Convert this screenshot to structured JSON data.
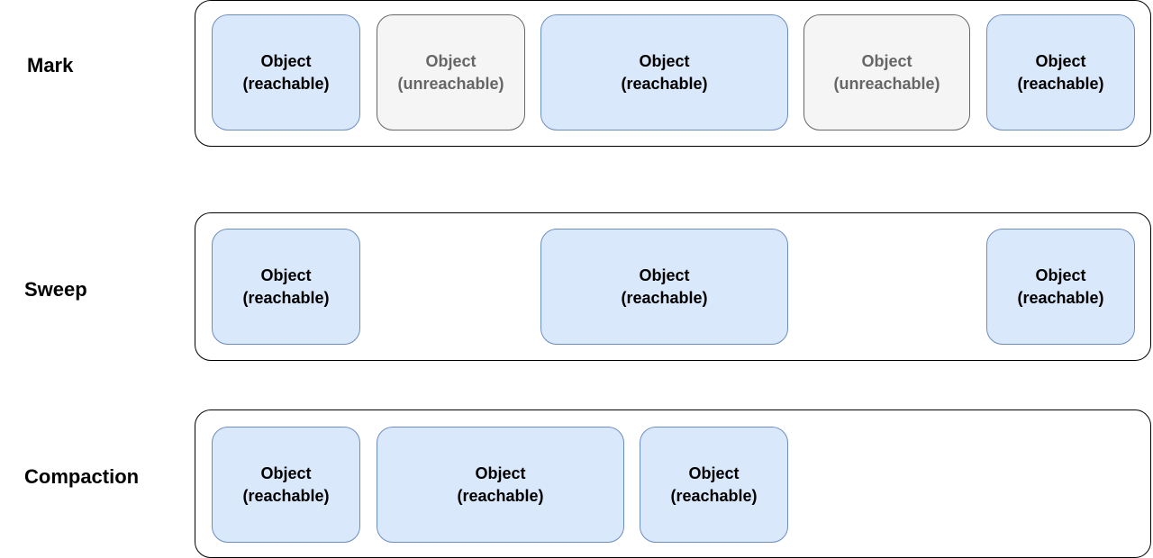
{
  "rows": [
    {
      "label": "Mark",
      "objects": [
        {
          "line1": "Object",
          "line2": "(reachable)",
          "state": "reachable"
        },
        {
          "line1": "Object",
          "line2": "(unreachable)",
          "state": "unreachable"
        },
        {
          "line1": "Object",
          "line2": "(reachable)",
          "state": "reachable"
        },
        {
          "line1": "Object",
          "line2": "(unreachable)",
          "state": "unreachable"
        },
        {
          "line1": "Object",
          "line2": "(reachable)",
          "state": "reachable"
        }
      ]
    },
    {
      "label": "Sweep",
      "objects": [
        {
          "line1": "Object",
          "line2": "(reachable)",
          "state": "reachable"
        },
        {
          "line1": "Object",
          "line2": "(reachable)",
          "state": "reachable"
        },
        {
          "line1": "Object",
          "line2": "(reachable)",
          "state": "reachable"
        }
      ]
    },
    {
      "label": "Compaction",
      "objects": [
        {
          "line1": "Object",
          "line2": "(reachable)",
          "state": "reachable"
        },
        {
          "line1": "Object",
          "line2": "(reachable)",
          "state": "reachable"
        },
        {
          "line1": "Object",
          "line2": "(reachable)",
          "state": "reachable"
        }
      ]
    }
  ],
  "colors": {
    "reachable_fill": "#dae8fc",
    "reachable_stroke": "#6c8ebf",
    "unreachable_fill": "#f5f5f5",
    "unreachable_stroke": "#666666",
    "unreachable_text": "#666666"
  }
}
